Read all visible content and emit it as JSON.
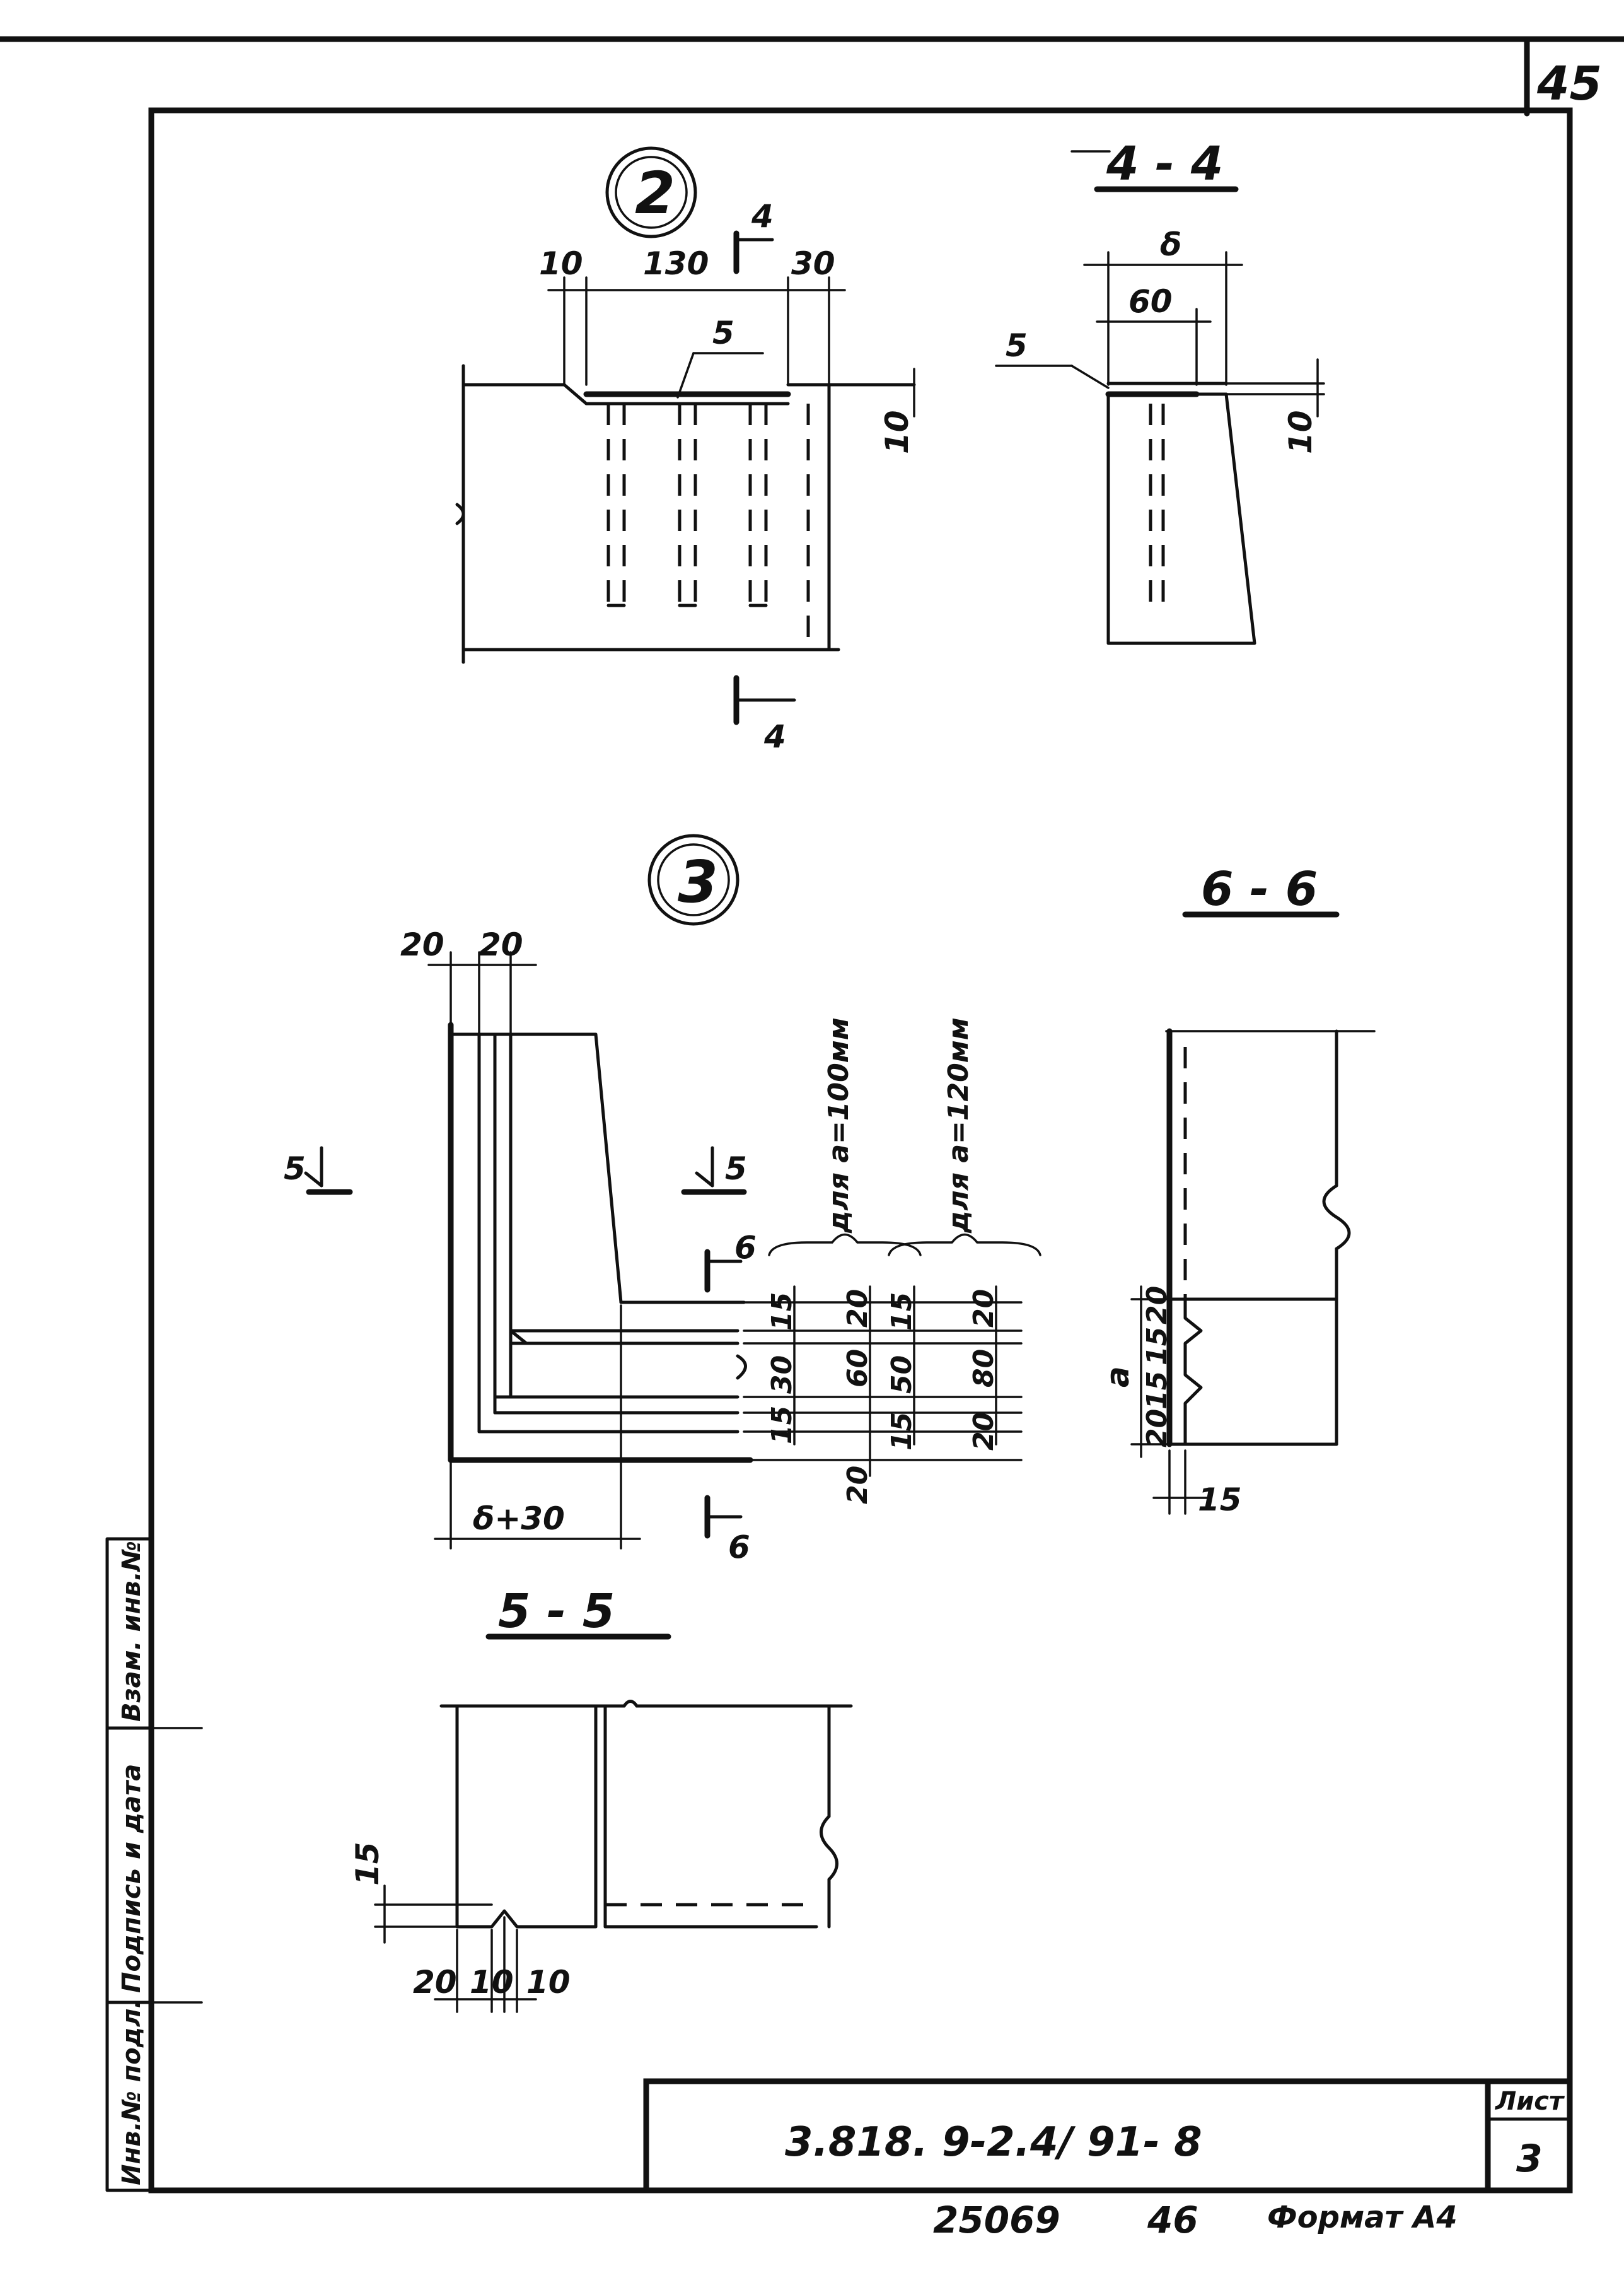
{
  "page": {
    "sheet_number_corner": "45",
    "designation": "3.818. 9-2.4/ 91- 8",
    "sheet_label": "Лист",
    "sheet_value": "3",
    "bottom_number": "25069",
    "bottom_number2": "46",
    "format": "Формат А4"
  },
  "side_stamp": {
    "inv_podl": "Инв.№ подл.",
    "signature_date": "Подпись и дата",
    "vzam_inv": "Взам. инв.№"
  },
  "detail2": {
    "marker": "2",
    "dims": {
      "d10": "10",
      "d130": "130",
      "d30": "30",
      "d5": "5",
      "d10v": "10"
    },
    "section_mark": "4"
  },
  "section44": {
    "title": "4 - 4",
    "dims": {
      "delta": "δ",
      "d60": "60",
      "d5": "5",
      "d10": "10"
    }
  },
  "detail3": {
    "marker": "3",
    "dims": {
      "d20a": "20",
      "d20b": "20",
      "delta30": "δ+30"
    },
    "mark5": "5",
    "mark6": "6",
    "col100": {
      "label": "для a=100мм",
      "v15": "15",
      "v30": "30",
      "v15b": "15",
      "v20": "20",
      "v60": "60",
      "v20b": "20"
    },
    "col120": {
      "label": "для a=120мм",
      "v15": "15",
      "v50": "50",
      "v15b": "15",
      "v20": "20",
      "v80": "80",
      "v20b": "20"
    }
  },
  "section66": {
    "title": "6 - 6",
    "dims": {
      "a": "a",
      "d20": "20",
      "d15": "15",
      "d15b": "15",
      "d20b": "20",
      "d15h": "15"
    }
  },
  "section55": {
    "title": "5 - 5",
    "dims": {
      "d15": "15",
      "d20": "20",
      "d10a": "10",
      "d10b": "10"
    }
  }
}
